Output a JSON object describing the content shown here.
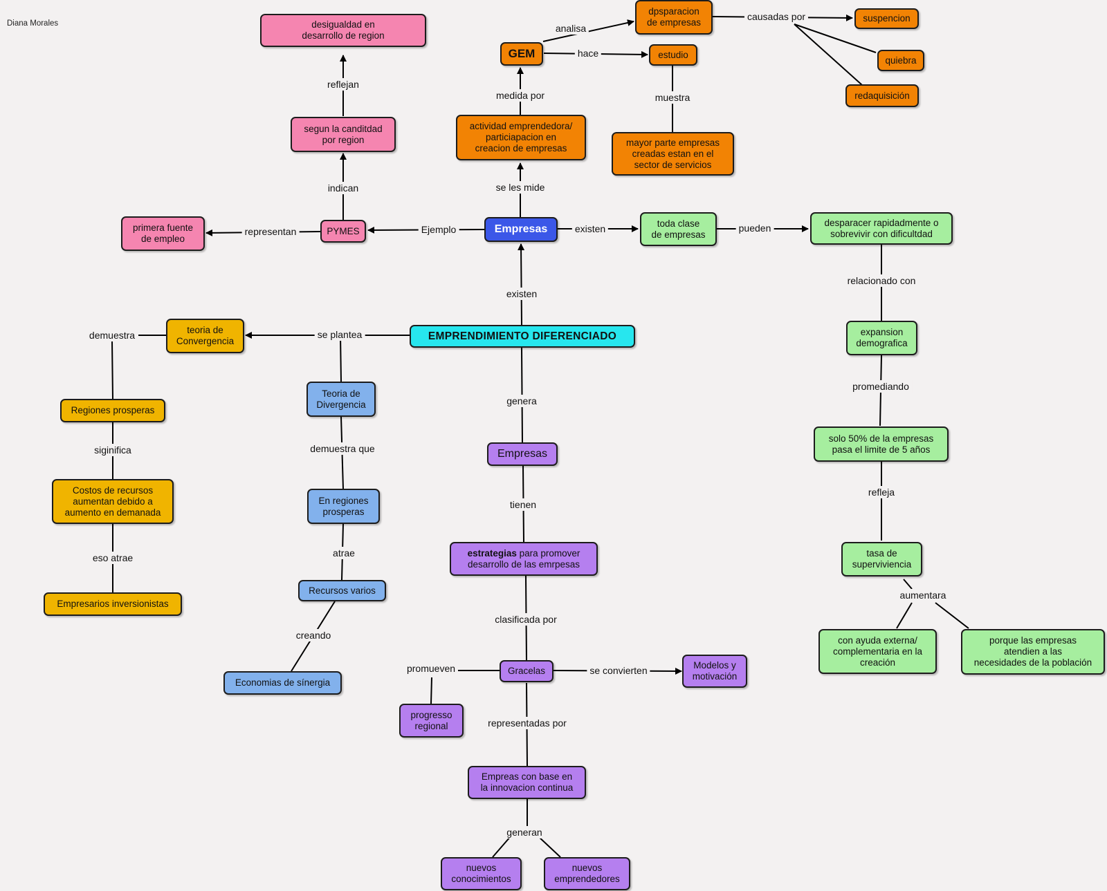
{
  "author": "Diana Morales",
  "nodes": {
    "desigualdad": "desigualdad en\ndesarrollo de region",
    "segun": "segun la canditdad\npor region",
    "pymes": "PYMES",
    "primera": "primera fuente\nde empleo",
    "gem": "GEM",
    "dpsparacion": "dpsparacion\nde empresas",
    "estudio": "estudio",
    "suspencion": "suspencion",
    "quiebra": "quiebra",
    "redaquisicion": "redaquisición",
    "actividad": "actividad emprendedora/\nparticiapacion en\ncreacion de empresas",
    "mayor": "mayor parte empresas\ncreadas estan en el\nsector de servicios",
    "empresas_top": "Empresas",
    "toda": "toda clase\nde empresas",
    "desparacer": "desparacer rapidadmente o\nsobrevivir con dificultdad",
    "expansion": "expansion\ndemografica",
    "solo50": "solo 50% de la empresas\npasa el limite de 5 años",
    "tasa": "tasa de\nsuperviviencia",
    "con_ayuda": "con ayuda externa/\ncomplementaria en la\ncreación",
    "porque": "porque las empresas\natendien a las\nnecesidades de la población",
    "emprendimiento": "EMPRENDIMIENTO DIFERENCIADO",
    "teoria_conv": "teoria de\nConvergencia",
    "regiones_prosperas": "Regiones prosperas",
    "costos": "Costos de recursos\naumentan debido a\naumento en demanada",
    "empresarios": "Empresarios inversionistas",
    "teoria_div": "Teoria de\nDivergencia",
    "en_regiones": "En regiones\nprosperas",
    "recursos": "Recursos varios",
    "economias": "Economias de sínergia",
    "empresas_mid": "Empresas",
    "estrategias_bold": "estrategias",
    "estrategias_rest": " para promover\ndesarrollo de las emrpesas",
    "gracelas": "Gracelas",
    "modelos": "Modelos y\nmotivación",
    "progresso": "progresso\nregional",
    "empreas_base": "Empreas con base en\nla innovacion continua",
    "nuevos_con": "nuevos\nconocimientos",
    "nuevos_emp": "nuevos\nemprendedores"
  },
  "links": {
    "reflejan": "reflejan",
    "indican": "indican",
    "representan": "representan",
    "ejemplo": "Ejemplo",
    "analisa": "analisa",
    "causadas_por": "causadas por",
    "hace": "hace",
    "muestra": "muestra",
    "medida_por": "medida por",
    "se_les_mide": "se les mide",
    "existen_right": "existen",
    "pueden": "pueden",
    "relacionado_con": "relacionado con",
    "promediando": "promediando",
    "refleja": "refleja",
    "aumentara": "aumentara",
    "existen_up": "existen",
    "se_plantea": "se plantea",
    "demuestra": "demuestra",
    "siginifica": "siginifica",
    "eso_atrae": "eso atrae",
    "demuestra_que": "demuestra que",
    "atrae": "atrae",
    "creando": "creando",
    "genera": "genera",
    "tienen": "tienen",
    "clasificada_por": "clasificada por",
    "promueven": "promueven",
    "se_convierten": "se convierten",
    "representadas_por": "representadas por",
    "generan": "generan"
  },
  "colors": {
    "background": "#f3f1f1",
    "pink": "#f585b0",
    "orange": "#f28304",
    "blue": "#3b57e8",
    "cyan": "#27e6ee",
    "green": "#a6ee9f",
    "yellow": "#f0b400",
    "light_blue": "#82b1ec",
    "purple": "#b57fef"
  }
}
